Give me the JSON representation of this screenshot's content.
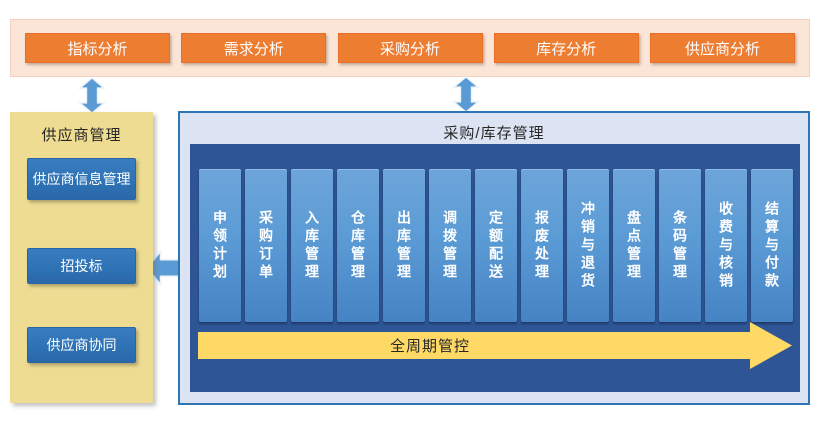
{
  "top_bar": {
    "items": [
      "指标分析",
      "需求分析",
      "采购分析",
      "库存分析",
      "供应商分析"
    ]
  },
  "left_panel": {
    "title": "供应商管理",
    "items": [
      "供应商信息管理",
      "招投标",
      "供应商协同"
    ]
  },
  "right_panel": {
    "title": "采购/库存管理",
    "columns": [
      "申领计划",
      "采购订单",
      "入库管理",
      "仓库管理",
      "出库管理",
      "调拨管理",
      "定额配送",
      "报废处理",
      "冲销与退货",
      "盘点管理",
      "条码管理",
      "收费与核销",
      "结算与付款"
    ],
    "cycle_arrow_label": "全周期管控"
  },
  "colors": {
    "orange_button": "#ed7d31",
    "peach_bar": "#fbe5d6",
    "gold_panel": "#eedc93",
    "blue_button": "#2e73b5",
    "navy_box": "#2e5696",
    "module_column": "#5b9bd5",
    "panel_background": "#dce4f3",
    "panel_border": "#2e75b6",
    "cycle_arrow": "#ffd966",
    "connector_arrow": "#5b9bd5"
  }
}
